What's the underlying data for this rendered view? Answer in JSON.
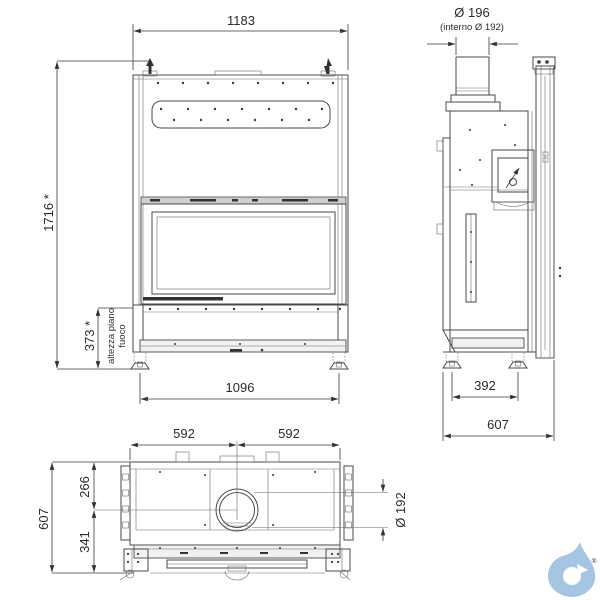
{
  "front_view": {
    "width_mm": "1183",
    "overall_height_mm": "1716 *",
    "hearth_height_mm": "373 *",
    "hearth_label_line1": "altezza piano",
    "hearth_label_line2": "fuoco",
    "feet_spacing_mm": "1096"
  },
  "side_view": {
    "flue_outer_diameter": "Ø 196",
    "flue_inner_note": "(interno Ø 192)",
    "feet_spacing_mm": "392",
    "overall_depth_mm": "607"
  },
  "plan_view": {
    "left_half_width_mm": "592",
    "right_half_width_mm": "592",
    "overall_depth_mm": "607",
    "flue_center_from_rear_mm": "266",
    "flue_center_from_front_mm": "341",
    "flue_diameter": "Ø 192"
  },
  "logo": {
    "registered_symbol": "®"
  },
  "colors": {
    "logo_blue": "#a5c5e2"
  }
}
